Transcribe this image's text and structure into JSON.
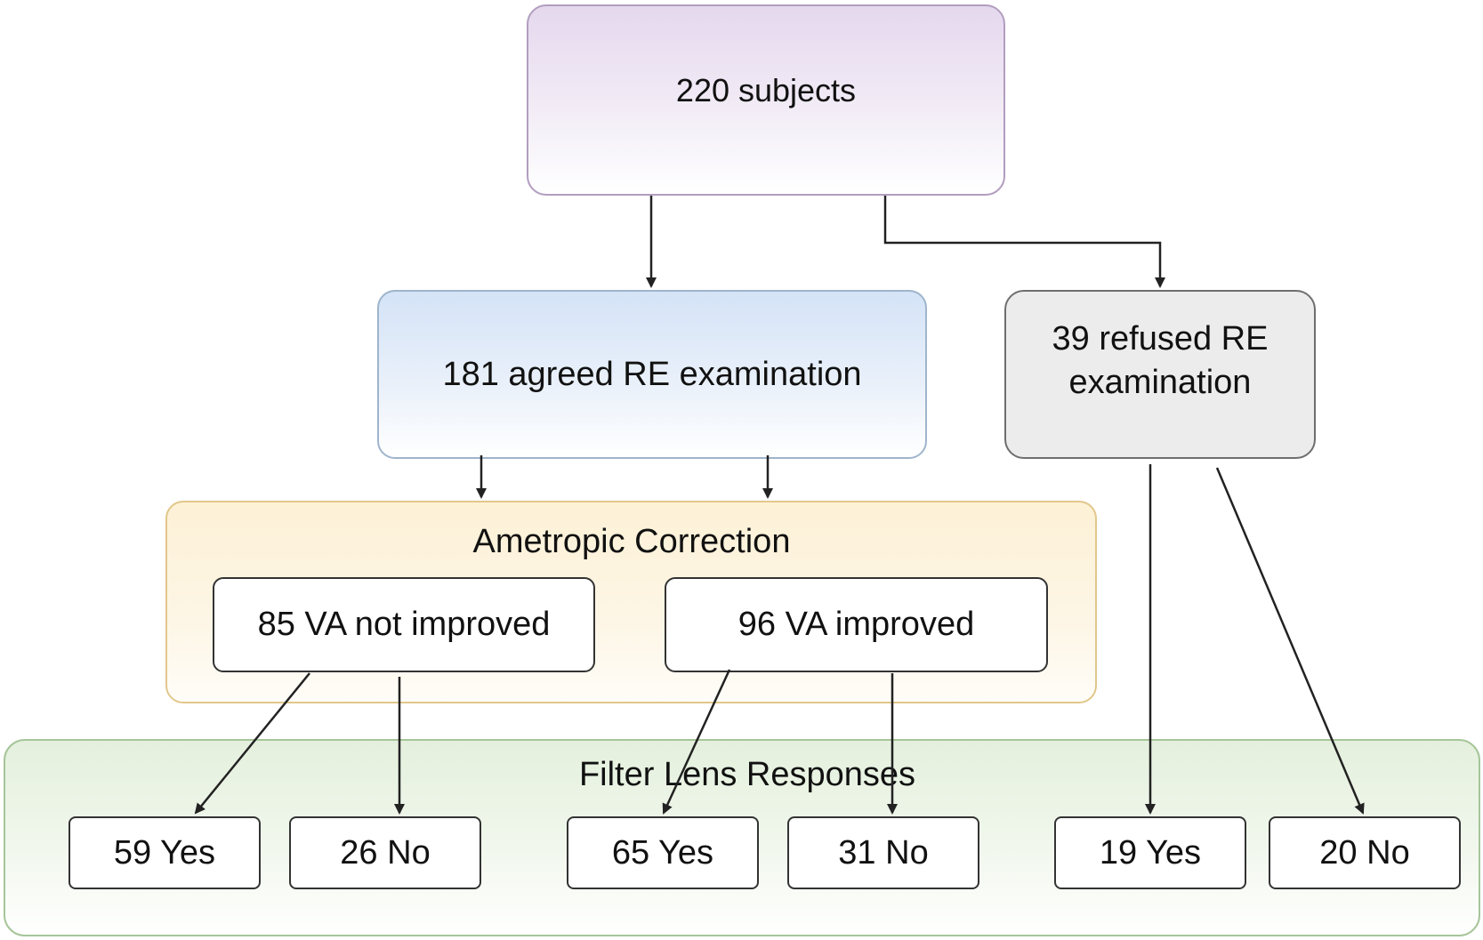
{
  "top": {
    "subjects": "220 subjects"
  },
  "level2": {
    "agreed": "181 agreed RE examination",
    "refused": [
      "39 refused RE",
      "examination"
    ]
  },
  "ametropic": {
    "title": "Ametropic Correction",
    "not_improved": "85 VA not improved",
    "improved": "96 VA improved"
  },
  "filter": {
    "title": "Filter Lens Responses",
    "leaves": [
      "59 Yes",
      "26 No",
      "65 Yes",
      "31 No",
      "19 Yes",
      "20 No"
    ]
  },
  "colors": {
    "subjects_fill": "#e5d8ee",
    "agreed_fill": "#d4e3f7",
    "refused_fill": "#ececec",
    "ametropic_fill": "#fdf1d6",
    "filter_fill": "#e4f0dd",
    "arrow": "#222222"
  }
}
